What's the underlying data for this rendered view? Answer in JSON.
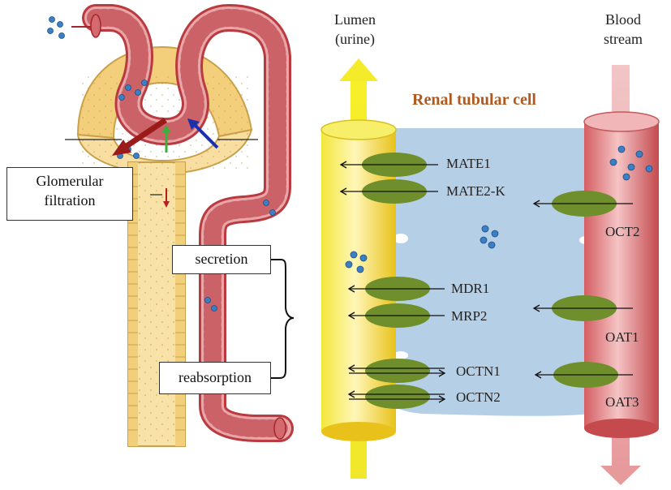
{
  "left_panel": {
    "glomerular_label": "Glomerular\nfiltration",
    "secretion_label": "secretion",
    "reabsorption_label": "reabsorption"
  },
  "right_panel": {
    "lumen_label": "Lumen\n(urine)",
    "blood_label": "Blood\nstream",
    "cell_label": "Renal tubular cell",
    "transporters_lumen": [
      "MATE1",
      "MATE2-K",
      "MDR1",
      "MRP2",
      "OCTN1",
      "OCTN2"
    ],
    "transporters_blood": [
      "OCT2",
      "OAT1",
      "OAT3"
    ]
  },
  "colors": {
    "tubule_red": "#c9595d",
    "tubule_pink": "#e9a9ac",
    "capsule_yellow": "#f6d98c",
    "lumen_yellow": "#f2e52b",
    "cell_blue": "#b5cfe6",
    "transporter_green": "#6f8f2c",
    "cell_label_color": "#b05a20",
    "arrow_darkred": "#9b1a1a",
    "arrow_green": "#3cb03c",
    "arrow_blue": "#1e2fa8",
    "drug_dot": "#3d7fc4"
  }
}
